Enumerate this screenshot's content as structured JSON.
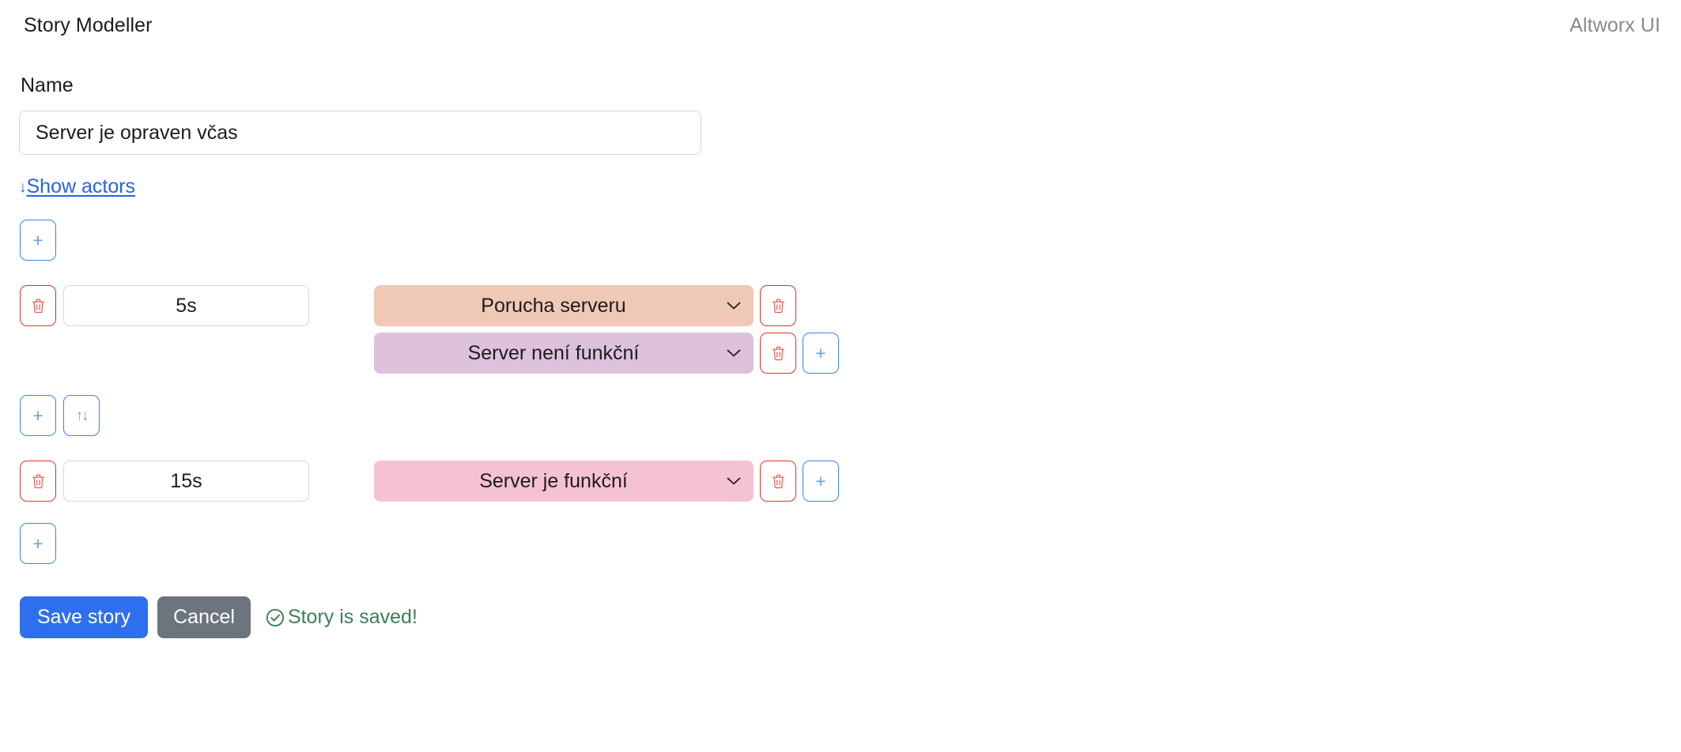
{
  "header": {
    "title": "Story Modeller",
    "brand": "Altworx UI"
  },
  "form": {
    "name_label": "Name",
    "name_value": "Server je opraven včas",
    "name_placeholder": "Name",
    "actors_toggle_arrow": "↓",
    "actors_toggle_label": "Show actors"
  },
  "icons": {
    "plus": "+",
    "swap": "↑↓",
    "trash": "trash-icon",
    "chevron_down": "chevron-down-icon",
    "check_circle": "check-circle-icon"
  },
  "timeline": {
    "top_add_label": "+",
    "bottom_add_label": "+",
    "middle_add_label": "+",
    "middle_swap_label": "↑↓",
    "rows": [
      {
        "time": "5s",
        "time_placeholder": "0s",
        "delete_row_label": "",
        "states": [
          {
            "label": "Porucha serveru",
            "color": "#efc8b6",
            "delete_label": "",
            "add_label": ""
          },
          {
            "label": "Server není funkční",
            "color": "#dec2db",
            "delete_label": "",
            "add_label": "+"
          }
        ]
      },
      {
        "time": "15s",
        "time_placeholder": "0s",
        "delete_row_label": "",
        "states": [
          {
            "label": "Server je funkční",
            "color": "#f5c2d5",
            "delete_label": "",
            "add_label": "+"
          }
        ]
      }
    ]
  },
  "actions": {
    "save_label": "Save story",
    "cancel_label": "Cancel",
    "status_message": "Story is saved!"
  },
  "colors": {
    "primary": "#2f6fed",
    "secondary": "#6c757d",
    "danger": "#d9342b",
    "link": "#2563eb",
    "success": "#3a8055"
  }
}
